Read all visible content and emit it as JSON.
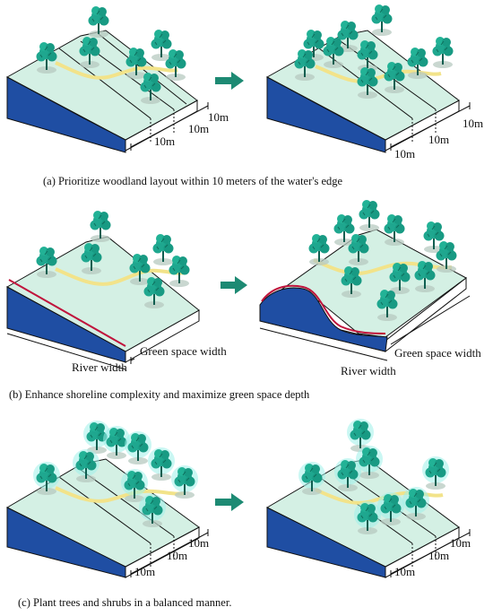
{
  "colors": {
    "green_space": "#d4f0e4",
    "green_top": "#c9eadb",
    "side_face": "#ffffff",
    "water": "#1f4ea3",
    "tree": "#1fa78f",
    "tree_dark": "#137c69",
    "shadow": "#b7c9c0",
    "path": "#f2e38a",
    "shoreline": "#c0143c",
    "arrow": "#1d8a73",
    "shrub_glow": "#9ff0ea"
  },
  "panel_a": {
    "width_label_1": "10m",
    "width_label_2": "10m",
    "width_label_3": "10m",
    "caption": "(a)  Prioritize woodland layout within 10 meters of the water's edge"
  },
  "panel_b": {
    "green_space_label": "Green space width",
    "river_label": "River width",
    "caption": "(b) Enhance shoreline complexity and maximize green space depth"
  },
  "panel_c": {
    "width_label_1": "10m",
    "width_label_2": "10m",
    "width_label_3": "10m",
    "caption": "(c) Plant trees and shrubs in a balanced manner."
  }
}
